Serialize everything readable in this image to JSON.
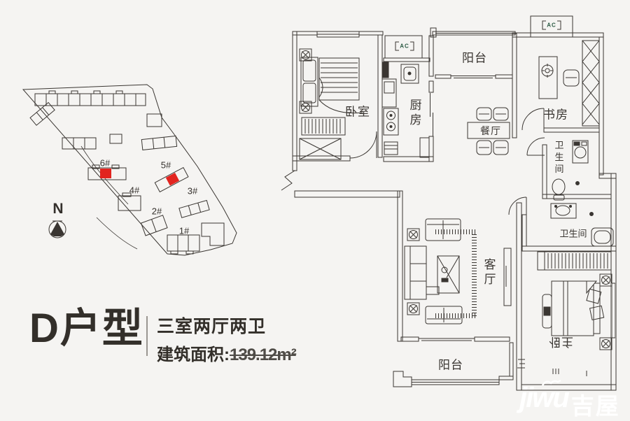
{
  "page": {
    "background": "#f5f4f2",
    "line_color": "#3a3632"
  },
  "title_block": {
    "unit_name": "D户型",
    "layout_line": "三室两厅两卫",
    "area_label": "建筑面积:",
    "area_value": "139.12m²"
  },
  "site_plan": {
    "north_label": "N",
    "highlight_color": "#e2241f",
    "buildings": [
      {
        "label": "6#",
        "highlighted": true
      },
      {
        "label": "5#",
        "highlighted": true
      },
      {
        "label": "4#",
        "highlighted": false
      },
      {
        "label": "3#",
        "highlighted": false
      },
      {
        "label": "2#",
        "highlighted": false
      },
      {
        "label": "1#",
        "highlighted": false
      }
    ]
  },
  "floor_plan": {
    "rooms": [
      {
        "name": "bedroom",
        "label": "卧室"
      },
      {
        "name": "kitchen",
        "label": "厨房"
      },
      {
        "name": "balcony-top",
        "label": "阳台"
      },
      {
        "name": "dining",
        "label": "餐厅"
      },
      {
        "name": "study",
        "label": "书房"
      },
      {
        "name": "bathroom-1",
        "label": "卫生间"
      },
      {
        "name": "bathroom-2",
        "label": "卫生间"
      },
      {
        "name": "living-room",
        "label": "客厅"
      },
      {
        "name": "master-bedroom",
        "label": "主卧"
      },
      {
        "name": "balcony-bottom",
        "label": "阳台"
      }
    ],
    "ac_units": [
      {
        "label": "AC"
      },
      {
        "label": "AC"
      }
    ]
  },
  "watermark": {
    "latin": "jiwu",
    "cn": "吉屋"
  }
}
